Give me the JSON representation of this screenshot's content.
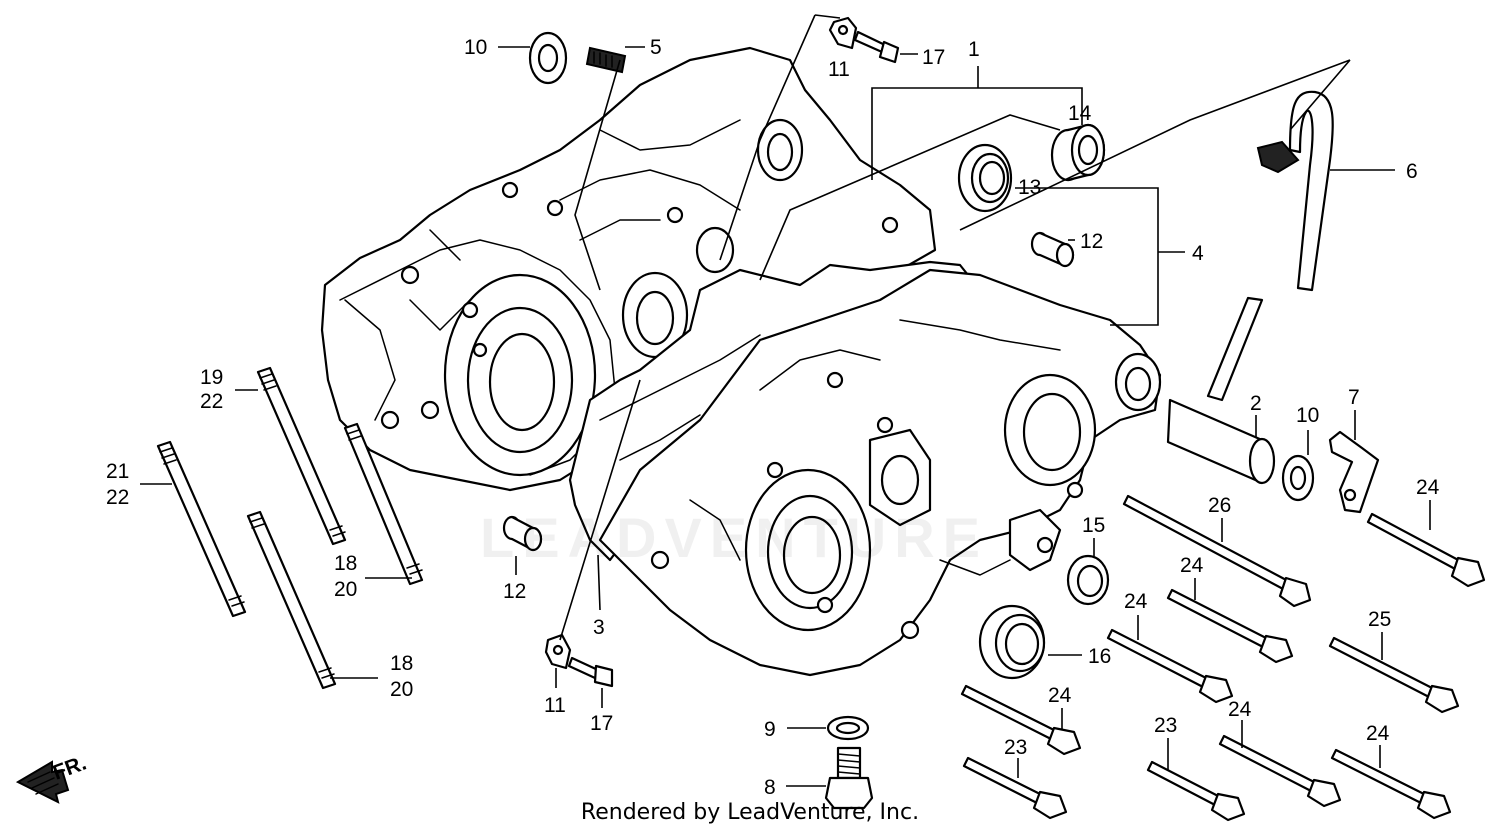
{
  "footer": {
    "text": "Rendered by LeadVenture, Inc."
  },
  "watermark": {
    "text": "LEADVENTURE"
  },
  "front_marker": {
    "text": "FR."
  },
  "callouts": [
    {
      "id": "c10a",
      "label": "10"
    },
    {
      "id": "c5",
      "label": "5"
    },
    {
      "id": "c11a",
      "label": "11"
    },
    {
      "id": "c17a",
      "label": "17"
    },
    {
      "id": "c1",
      "label": "1"
    },
    {
      "id": "c14",
      "label": "14"
    },
    {
      "id": "c6",
      "label": "6"
    },
    {
      "id": "c13",
      "label": "13"
    },
    {
      "id": "c12a",
      "label": "12"
    },
    {
      "id": "c4",
      "label": "4"
    },
    {
      "id": "c19",
      "label": "19"
    },
    {
      "id": "c22a",
      "label": "22"
    },
    {
      "id": "c21",
      "label": "21"
    },
    {
      "id": "c22b",
      "label": "22"
    },
    {
      "id": "c18a",
      "label": "18"
    },
    {
      "id": "c20a",
      "label": "20"
    },
    {
      "id": "c12b",
      "label": "12"
    },
    {
      "id": "c3",
      "label": "3"
    },
    {
      "id": "c18b",
      "label": "18"
    },
    {
      "id": "c20b",
      "label": "20"
    },
    {
      "id": "c11b",
      "label": "11"
    },
    {
      "id": "c17b",
      "label": "17"
    },
    {
      "id": "c2",
      "label": "2"
    },
    {
      "id": "c10b",
      "label": "10"
    },
    {
      "id": "c7",
      "label": "7"
    },
    {
      "id": "c24a",
      "label": "24"
    },
    {
      "id": "c26",
      "label": "26"
    },
    {
      "id": "c15",
      "label": "15"
    },
    {
      "id": "c24b",
      "label": "24"
    },
    {
      "id": "c24c",
      "label": "24"
    },
    {
      "id": "c25",
      "label": "25"
    },
    {
      "id": "c16",
      "label": "16"
    },
    {
      "id": "c24d",
      "label": "24"
    },
    {
      "id": "c9",
      "label": "9"
    },
    {
      "id": "c23a",
      "label": "23"
    },
    {
      "id": "c23b",
      "label": "23"
    },
    {
      "id": "c24e",
      "label": "24"
    },
    {
      "id": "c24f",
      "label": "24"
    },
    {
      "id": "c8",
      "label": "8"
    }
  ]
}
